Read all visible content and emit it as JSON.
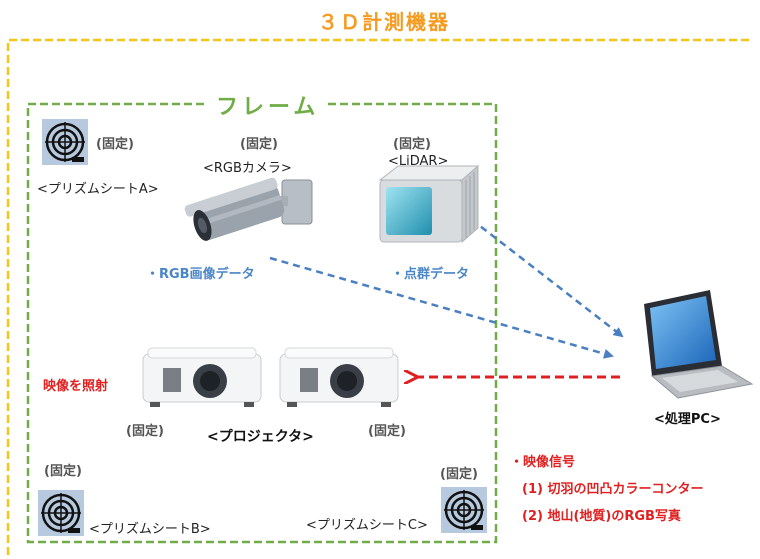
{
  "title": "３Ｄ計測機器",
  "frame_label": "フレーム",
  "fixed_label": "(固定)",
  "prism_a": "<プリズムシートA>",
  "prism_b": "<プリズムシートB>",
  "prism_c": "<プリズムシートC>",
  "rgb_camera": "<RGBカメラ>",
  "lidar": "<LiDAR>",
  "rgb_data": "・RGB画像データ",
  "point_cloud": "・点群データ",
  "projector": "<プロジェクタ>",
  "illuminate": "映像を照射",
  "pc": "<処理PC>",
  "video_signal": "・映像信号",
  "signal_1": "(1) 切羽の凹凸カラーコンター",
  "signal_2": "(2) 地山(地質)のRGB写真",
  "colors": {
    "outer_border": "#f5c518",
    "frame_border": "#70ad47",
    "data_arrow": "#4a7fc1",
    "signal_arrow": "#e02020"
  }
}
